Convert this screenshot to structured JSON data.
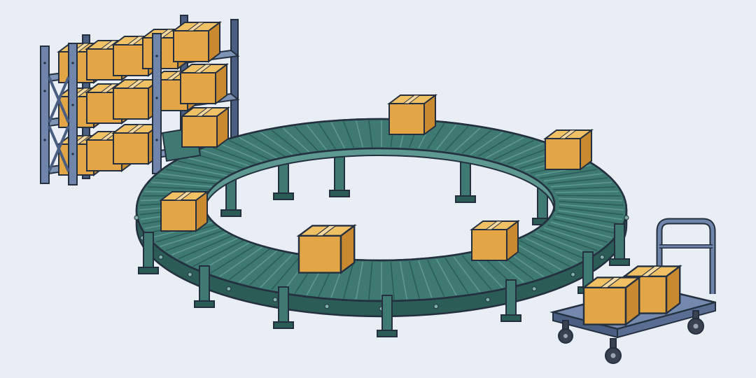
{
  "scene": {
    "description_colors": {
      "background": "#e9eef5",
      "outline": "#24303f",
      "conveyor": "#3f7a72",
      "conveyor_dark": "#2c5c56",
      "conveyor_light": "#5d9990",
      "rack": "#6f85ab",
      "rack_dark": "#4a5e82",
      "box": "#e3a646",
      "box_top": "#f0c065",
      "box_side": "#c98a2f",
      "tape": "#f6d9a0",
      "cart": "#5a6e93",
      "cart_top": "#7489ad",
      "wheel": "#3a4150"
    },
    "objects": {
      "shelving-rack-icon": "storage shelving with boxes",
      "conveyor-loop-icon": "circular roller conveyor",
      "hand-truck-icon": "platform cart with boxes"
    }
  }
}
